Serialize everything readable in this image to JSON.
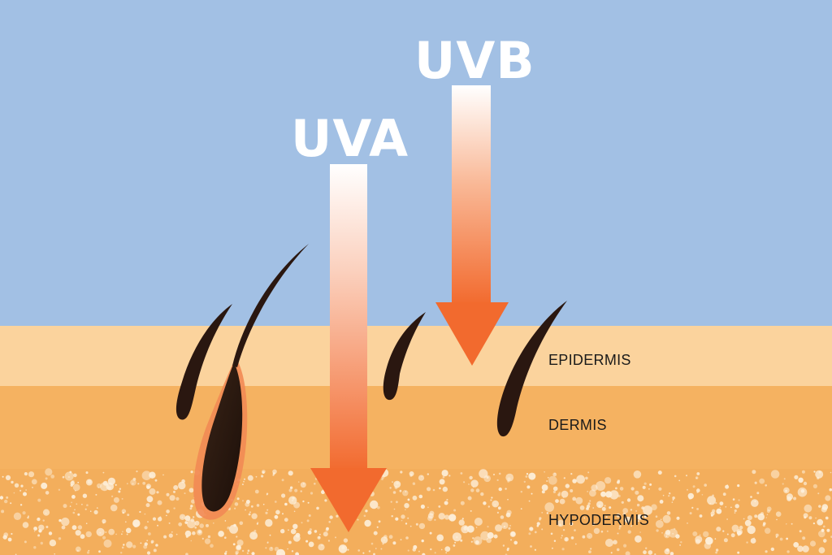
{
  "rays": {
    "uva": {
      "label": "UVA"
    },
    "uvb": {
      "label": "UVB"
    }
  },
  "layers": {
    "epidermis": {
      "label": "EPIDERMIS"
    },
    "dermis": {
      "label": "DERMIS"
    },
    "hypodermis": {
      "label": "HYPODERMIS"
    }
  },
  "colors": {
    "sky": "#a2c0e4",
    "epidermis": "#fbd39d",
    "dermis": "#f5b261",
    "hypodermis": "#f3ae5c",
    "fat_cells": "#fdf0dc",
    "arrow_top": "#ffffff",
    "arrow_bottom": "#f26a2e",
    "hair": "#2a1710",
    "follicle_glow": "#f28a54"
  }
}
